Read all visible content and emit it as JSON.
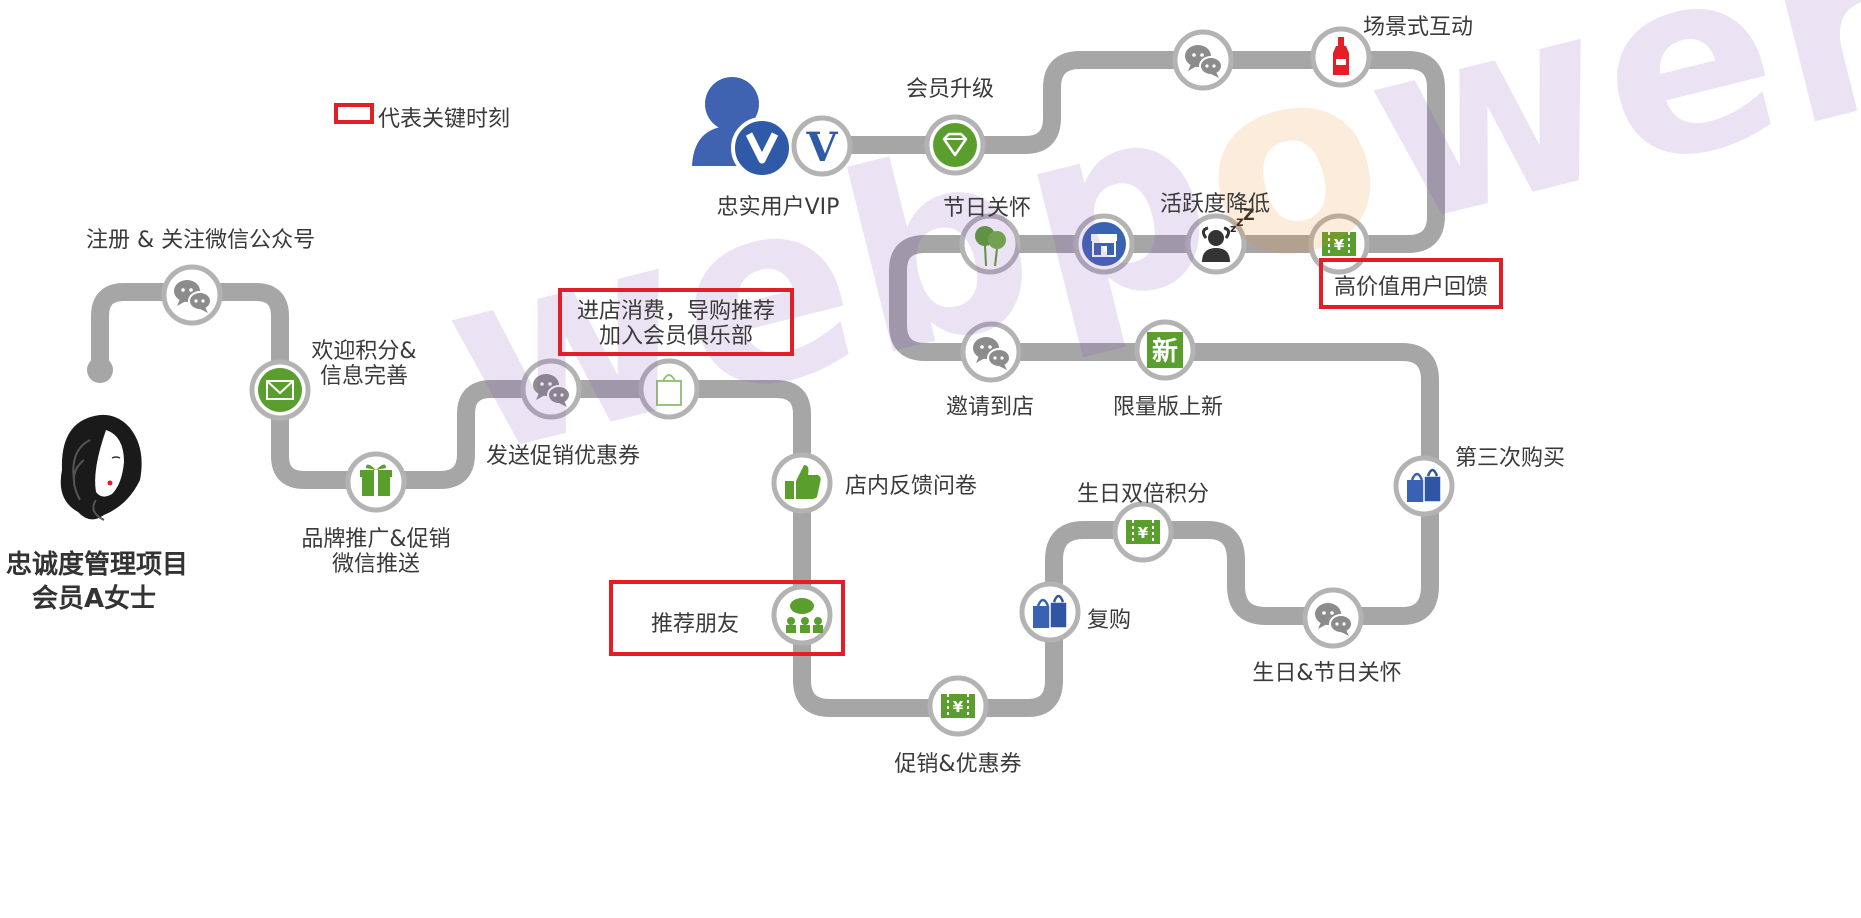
{
  "title": {
    "line1": "忠诚度管理项目",
    "line2": "会员A女士"
  },
  "legend": {
    "text": "代表关键时刻"
  },
  "watermark": {
    "part1": "web",
    "part2": "p",
    "part3": "o",
    "part4": "wer"
  },
  "milestones": [
    {
      "id": "register",
      "label": "注册 & 关注微信公众号",
      "icon": "wechat-icon",
      "key_moment": false
    },
    {
      "id": "welcome",
      "label1": "欢迎积分&",
      "label2": "信息完善",
      "icon": "envelope-icon",
      "key_moment": false
    },
    {
      "id": "brand",
      "label1": "品牌推广&促销",
      "label2": "微信推送",
      "icon": "gift-icon",
      "key_moment": false
    },
    {
      "id": "coupon",
      "label": "发送促销优惠券",
      "icon": "wechat-icon",
      "key_moment": false
    },
    {
      "id": "visit_store",
      "label1": "进店消费，导购推荐",
      "label2": "加入会员俱乐部",
      "icon": "shopping-bag-icon",
      "key_moment": true
    },
    {
      "id": "survey",
      "label": "店内反馈问卷",
      "icon": "thumbs-up-icon",
      "key_moment": false
    },
    {
      "id": "refer",
      "label": "推荐朋友",
      "icon": "group-chat-icon",
      "key_moment": true
    },
    {
      "id": "promo",
      "label": "促销&优惠券",
      "icon": "voucher-icon",
      "key_moment": false
    },
    {
      "id": "rebuy",
      "label": "复购",
      "icon": "shopping-bags-icon",
      "key_moment": false
    },
    {
      "id": "bday_points",
      "label": "生日双倍积分",
      "icon": "voucher-icon",
      "key_moment": false
    },
    {
      "id": "bday_care",
      "label": "生日&节日关怀",
      "icon": "wechat-icon",
      "key_moment": false
    },
    {
      "id": "third_buy",
      "label": "第三次购买",
      "icon": "shopping-bags-icon",
      "key_moment": false
    },
    {
      "id": "limited",
      "label": "限量版上新",
      "icon": "new-badge-icon",
      "key_moment": false
    },
    {
      "id": "invite",
      "label": "邀请到店",
      "icon": "wechat-icon",
      "key_moment": false
    },
    {
      "id": "holiday",
      "label": "节日关怀",
      "icon": "balloons-icon",
      "key_moment": false
    },
    {
      "id": "store",
      "label": "",
      "icon": "storefront-icon",
      "key_moment": false
    },
    {
      "id": "inactive",
      "label": "活跃度降低",
      "icon": "sleeping-person-icon",
      "key_moment": false
    },
    {
      "id": "reward",
      "label": "高价值用户回馈",
      "icon": "voucher-icon",
      "key_moment": true
    },
    {
      "id": "scene",
      "label": "场景式互动",
      "icon": "bottle-icon",
      "key_moment": false
    },
    {
      "id": "chat",
      "label": "",
      "icon": "wechat-icon",
      "key_moment": false
    },
    {
      "id": "upgrade",
      "label": "会员升级",
      "icon": "diamond-icon",
      "key_moment": false
    },
    {
      "id": "vip",
      "label": "忠实用户VIP",
      "icon": "vip-user-icon",
      "key_moment": false
    }
  ],
  "vip_badge": {
    "letter": "V"
  },
  "new_badge": {
    "char": "新"
  },
  "colors": {
    "path": "#a6a6a6",
    "green": "#5a9e2e",
    "blue": "#3a62b4",
    "red": "#e41e26",
    "ring": "#b3b3b3"
  }
}
